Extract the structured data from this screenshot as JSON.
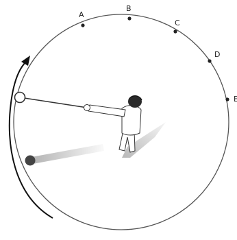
{
  "diagram": {
    "points": [
      {
        "label": "A"
      },
      {
        "label": "B"
      },
      {
        "label": "C"
      },
      {
        "label": "D"
      },
      {
        "label": "E"
      }
    ]
  },
  "colors": {
    "circle": "#555555",
    "ball": "#444444",
    "arrow": "#111111",
    "string": "#333333",
    "shadow": "#999999"
  }
}
